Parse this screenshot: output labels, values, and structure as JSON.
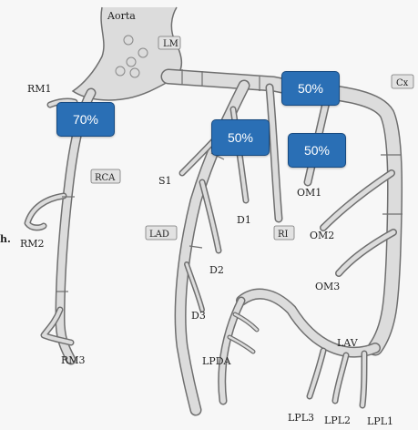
{
  "labels": {
    "aorta": "Aorta",
    "lm": "LM",
    "cx": "Cx",
    "rm1": "RM1",
    "rca": "RCA",
    "rm2": "RM2",
    "rm3": "RM3",
    "s1": "S1",
    "lad": "LAD",
    "d1": "D1",
    "d2": "D2",
    "d3": "D3",
    "ri": "RI",
    "om1": "OM1",
    "om2": "OM2",
    "om3": "OM3",
    "lav": "LAV",
    "lpda": "LPDA",
    "lpl1": "LPL1",
    "lpl2": "LPL2",
    "lpl3": "LPL3"
  },
  "stenoses": [
    {
      "id": "rca-prox",
      "label": "70%"
    },
    {
      "id": "cx-prox",
      "label": "50%"
    },
    {
      "id": "lad-prox",
      "label": "50%"
    },
    {
      "id": "om1",
      "label": "50%"
    }
  ],
  "stray_text": "h.",
  "colors": {
    "badge_fill": "#2a6fb5",
    "badge_border": "#174a80",
    "vessel_outline": "#6f6f6f",
    "vessel_fill": "#dcdcdc"
  }
}
